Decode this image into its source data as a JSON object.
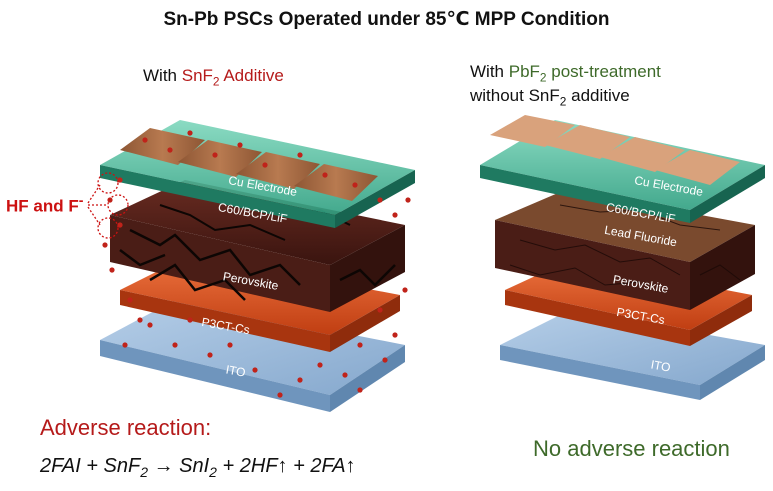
{
  "title": "Sn-Pb PSCs Operated under 85℃  MPP Condition",
  "left": {
    "subtitle_prefix": "With ",
    "subtitle_highlight": "SnF",
    "subtitle_highlight_sub": "2",
    "subtitle_suffix": " Additive",
    "hf_label": "HF and F",
    "hf_label_sup": "-",
    "layers": {
      "electrode": "Cu Electrode",
      "etl": "C60/BCP/LiF",
      "perovskite": "Perovskite",
      "htl": "P3CT-Cs",
      "ito": "ITO"
    },
    "adverse_title": "Adverse reaction:",
    "equation": {
      "part1": "2FAI + SnF",
      "sub1": "2",
      "part2": " → SnI",
      "sub2": "2",
      "part3": " + 2HF↑ + 2FA↑"
    }
  },
  "right": {
    "line1_prefix": "With ",
    "line1_highlight": "PbF",
    "line1_highlight_sub": "2",
    "line1_highlight_suffix": " post-treatment",
    "line2_prefix": "without SnF",
    "line2_sub": "2",
    "line2_suffix": " additive",
    "layers": {
      "electrode": "Cu Electrode",
      "etl": "C60/BCP/LiF",
      "lead_fluoride": "Lead Fluoride",
      "perovskite": "Perovskite",
      "htl": "P3CT-Cs",
      "ito": "ITO"
    },
    "no_adverse": "No adverse reaction"
  },
  "colors": {
    "glass_green": "#3fb393",
    "electrode_brown": "#a86a43",
    "electrode_tan": "#d9a27c",
    "perovskite_dark": "#4a1d16",
    "htl_orange": "#d8511f",
    "ito_blue": "#8fb5d8",
    "adverse_red": "#b51a1a",
    "no_adverse_green": "#3e6a2a",
    "particle_red": "#c0231a"
  }
}
